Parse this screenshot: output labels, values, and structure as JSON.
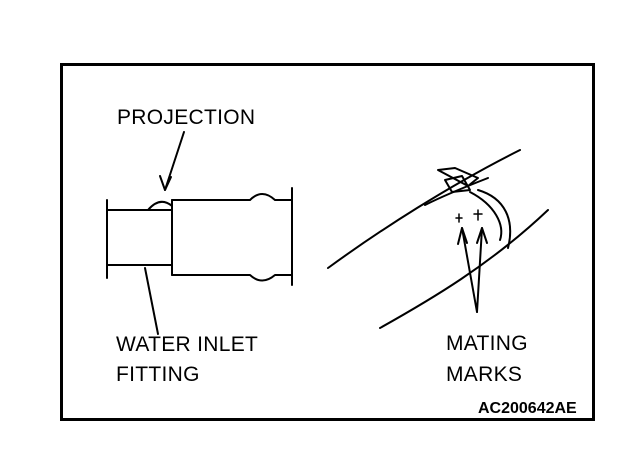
{
  "labels": {
    "projection": "PROJECTION",
    "water_inlet_line1": "WATER INLET",
    "water_inlet_line2": "FITTING",
    "mating_line1": "MATING",
    "mating_line2": "MARKS"
  },
  "figure_code": "AC200642AE",
  "colors": {
    "ink": "#000000",
    "background": "#ffffff"
  }
}
